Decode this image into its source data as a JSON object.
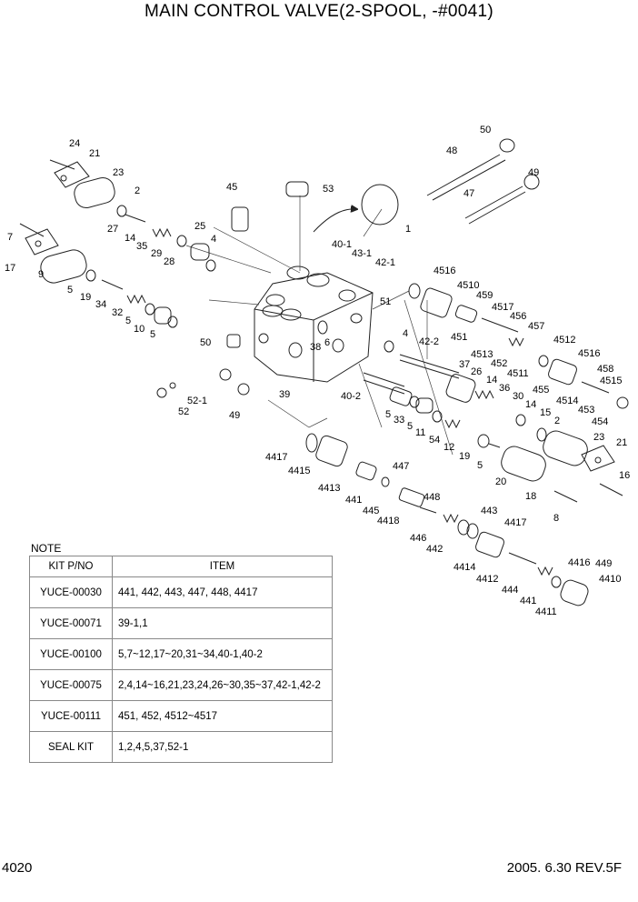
{
  "title": "MAIN CONTROL VALVE(2-SPOOL, -#0041)",
  "part_labels": [
    {
      "id": "24",
      "text": "24"
    },
    {
      "id": "21a",
      "text": "21"
    },
    {
      "id": "23a",
      "text": "23"
    },
    {
      "id": "2a",
      "text": "2"
    },
    {
      "id": "27",
      "text": "27"
    },
    {
      "id": "14a",
      "text": "14"
    },
    {
      "id": "35",
      "text": "35"
    },
    {
      "id": "29",
      "text": "29"
    },
    {
      "id": "28",
      "text": "28"
    },
    {
      "id": "25",
      "text": "25"
    },
    {
      "id": "4a",
      "text": "4"
    },
    {
      "id": "45",
      "text": "45"
    },
    {
      "id": "53",
      "text": "53"
    },
    {
      "id": "1",
      "text": "1"
    },
    {
      "id": "7",
      "text": "7"
    },
    {
      "id": "17",
      "text": "17"
    },
    {
      "id": "9",
      "text": "9"
    },
    {
      "id": "5a",
      "text": "5"
    },
    {
      "id": "19a",
      "text": "19"
    },
    {
      "id": "34",
      "text": "34"
    },
    {
      "id": "32",
      "text": "32"
    },
    {
      "id": "5b",
      "text": "5"
    },
    {
      "id": "10",
      "text": "10"
    },
    {
      "id": "5c",
      "text": "5"
    },
    {
      "id": "50a",
      "text": "50"
    },
    {
      "id": "48",
      "text": "48"
    },
    {
      "id": "49a",
      "text": "49"
    },
    {
      "id": "47",
      "text": "47"
    },
    {
      "id": "40-1",
      "text": "40-1"
    },
    {
      "id": "43-1",
      "text": "43-1"
    },
    {
      "id": "42-1",
      "text": "42-1"
    },
    {
      "id": "51",
      "text": "51"
    },
    {
      "id": "50b",
      "text": "50"
    },
    {
      "id": "38",
      "text": "38"
    },
    {
      "id": "6",
      "text": "6"
    },
    {
      "id": "39",
      "text": "39"
    },
    {
      "id": "49b",
      "text": "49"
    },
    {
      "id": "52-1",
      "text": "52-1"
    },
    {
      "id": "52",
      "text": "52"
    },
    {
      "id": "4516a",
      "text": "4516"
    },
    {
      "id": "4510",
      "text": "4510"
    },
    {
      "id": "459",
      "text": "459"
    },
    {
      "id": "4517",
      "text": "4517"
    },
    {
      "id": "456",
      "text": "456"
    },
    {
      "id": "451a",
      "text": "451"
    },
    {
      "id": "457",
      "text": "457"
    },
    {
      "id": "4513",
      "text": "4513"
    },
    {
      "id": "452",
      "text": "452"
    },
    {
      "id": "4512",
      "text": "4512"
    },
    {
      "id": "4516b",
      "text": "4516"
    },
    {
      "id": "4511",
      "text": "4511"
    },
    {
      "id": "458",
      "text": "458"
    },
    {
      "id": "4515",
      "text": "4515"
    },
    {
      "id": "455",
      "text": "455"
    },
    {
      "id": "4514",
      "text": "4514"
    },
    {
      "id": "453",
      "text": "453"
    },
    {
      "id": "454",
      "text": "454"
    },
    {
      "id": "4b",
      "text": "4"
    },
    {
      "id": "42-2",
      "text": "42-2"
    },
    {
      "id": "37",
      "text": "37"
    },
    {
      "id": "26",
      "text": "26"
    },
    {
      "id": "14b",
      "text": "14"
    },
    {
      "id": "36",
      "text": "36"
    },
    {
      "id": "30",
      "text": "30"
    },
    {
      "id": "14c",
      "text": "14"
    },
    {
      "id": "15",
      "text": "15"
    },
    {
      "id": "2b",
      "text": "2"
    },
    {
      "id": "40-2",
      "text": "40-2"
    },
    {
      "id": "5d",
      "text": "5"
    },
    {
      "id": "33",
      "text": "33"
    },
    {
      "id": "5e",
      "text": "5"
    },
    {
      "id": "11",
      "text": "11"
    },
    {
      "id": "54",
      "text": "54"
    },
    {
      "id": "12",
      "text": "12"
    },
    {
      "id": "19b",
      "text": "19"
    },
    {
      "id": "5f",
      "text": "5"
    },
    {
      "id": "23b",
      "text": "23"
    },
    {
      "id": "21b",
      "text": "21"
    },
    {
      "id": "16",
      "text": "16"
    },
    {
      "id": "20",
      "text": "20"
    },
    {
      "id": "18",
      "text": "18"
    },
    {
      "id": "8",
      "text": "8"
    },
    {
      "id": "4417a",
      "text": "4417"
    },
    {
      "id": "4415",
      "text": "4415"
    },
    {
      "id": "447",
      "text": "447"
    },
    {
      "id": "4413",
      "text": "4413"
    },
    {
      "id": "441a",
      "text": "441"
    },
    {
      "id": "445",
      "text": "445"
    },
    {
      "id": "448",
      "text": "448"
    },
    {
      "id": "4418",
      "text": "4418"
    },
    {
      "id": "443",
      "text": "443"
    },
    {
      "id": "4417b",
      "text": "4417"
    },
    {
      "id": "446",
      "text": "446"
    },
    {
      "id": "442",
      "text": "442"
    },
    {
      "id": "4414",
      "text": "4414"
    },
    {
      "id": "4412",
      "text": "4412"
    },
    {
      "id": "4416",
      "text": "4416"
    },
    {
      "id": "449",
      "text": "449"
    },
    {
      "id": "4410",
      "text": "4410"
    },
    {
      "id": "444",
      "text": "444"
    },
    {
      "id": "441b",
      "text": "441"
    },
    {
      "id": "4411",
      "text": "4411"
    }
  ],
  "note": {
    "label": "NOTE",
    "headers": [
      "KIT P/NO",
      "ITEM"
    ],
    "rows": [
      {
        "kit": "YUCE-00030",
        "item": "441, 442, 443, 447, 448, 4417"
      },
      {
        "kit": "YUCE-00071",
        "item": "39-1,1"
      },
      {
        "kit": "YUCE-00100",
        "item": "5,7~12,17~20,31~34,40-1,40-2"
      },
      {
        "kit": "YUCE-00075",
        "item": "2,4,14~16,21,23,24,26~30,35~37,42-1,42-2"
      },
      {
        "kit": "YUCE-00111",
        "item": "451, 452, 4512~4517"
      },
      {
        "kit": "SEAL KIT",
        "item": "1,2,4,5,37,52-1"
      }
    ]
  },
  "footer": {
    "page": "4020",
    "revision": "2005. 6.30  REV.5F"
  }
}
